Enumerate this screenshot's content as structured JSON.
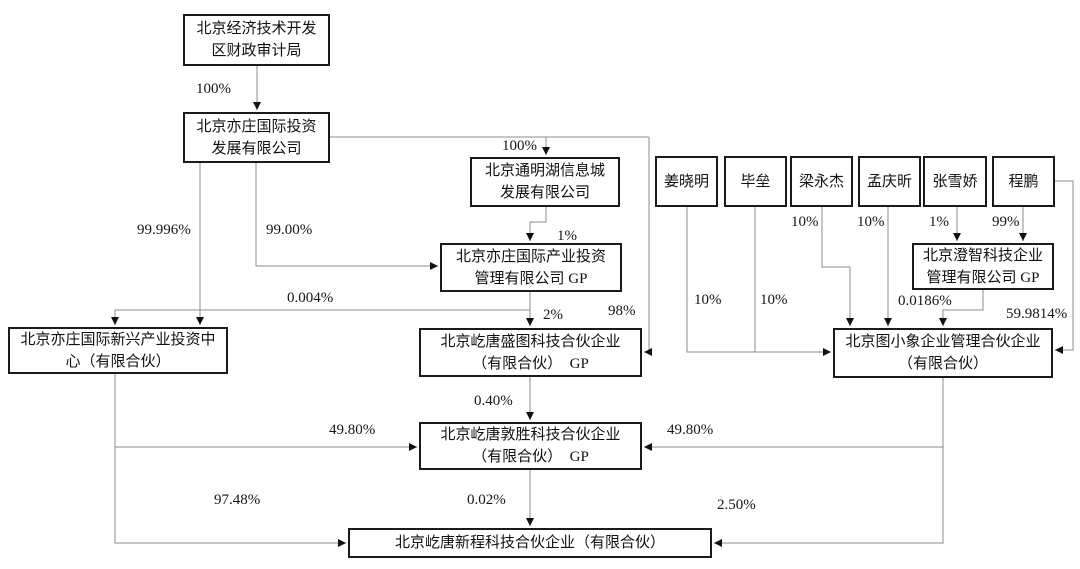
{
  "nodes": {
    "audit": {
      "label": "北京经济技术开发\n区财政审计局"
    },
    "yzdev": {
      "label": "北京亦庄国际投资\n发展有限公司"
    },
    "tmh": {
      "label": "北京通明湖信息城\n发展有限公司"
    },
    "mgmt": {
      "label": "北京亦庄国际产业投资\n管理有限公司 GP"
    },
    "xinxing": {
      "label": "北京亦庄国际新兴产业投资中\n心（有限合伙）"
    },
    "shengtu": {
      "label": "北京屹唐盛图科技合伙企业\n（有限合伙）　GP"
    },
    "tuxiaoxiang": {
      "label": "北京图小象企业管理合伙企业\n（有限合伙）"
    },
    "chengzhi": {
      "label": "北京澄智科技企业\n管理有限公司 GP"
    },
    "dunsheng": {
      "label": "北京屹唐敦胜科技合伙企业\n（有限合伙）　GP"
    },
    "xincheng": {
      "label": "北京屹唐新程科技合伙企业（有限合伙）"
    },
    "jiang": {
      "label": "姜晓明"
    },
    "bi": {
      "label": "毕垒"
    },
    "liang": {
      "label": "梁永杰"
    },
    "meng": {
      "label": "孟庆昕"
    },
    "zhang": {
      "label": "张雪娇"
    },
    "cheng": {
      "label": "程鹏"
    }
  },
  "edges": {
    "audit_yzdev": {
      "from": "audit",
      "to": "yzdev",
      "label": "100%"
    },
    "yzdev_tmh": {
      "from": "yzdev",
      "to": "tmh",
      "label": "100%"
    },
    "yzdev_xinxing": {
      "from": "yzdev",
      "to": "xinxing",
      "label": "99.996%"
    },
    "yzdev_mgmt": {
      "from": "yzdev",
      "to": "mgmt",
      "label": "99.00%"
    },
    "yzdev_shengtu": {
      "from": "yzdev",
      "to": "shengtu",
      "label": "98%"
    },
    "tmh_mgmt": {
      "from": "tmh",
      "to": "mgmt",
      "label": "1%"
    },
    "mgmt_shengtu": {
      "from": "mgmt",
      "to": "shengtu",
      "label": "2%"
    },
    "mgmt_xinxing": {
      "from": "mgmt",
      "to": "xinxing",
      "label": "0.004%"
    },
    "shengtu_dunsheng": {
      "from": "shengtu",
      "to": "dunsheng",
      "label": "0.40%"
    },
    "xinxing_dunsheng": {
      "from": "xinxing",
      "to": "dunsheng",
      "label": "49.80%"
    },
    "tuxiaoxiang_dunsheng": {
      "from": "tuxiaoxiang",
      "to": "dunsheng",
      "label": "49.80%"
    },
    "xinxing_xincheng": {
      "from": "xinxing",
      "to": "xincheng",
      "label": "97.48%"
    },
    "dunsheng_xincheng": {
      "from": "dunsheng",
      "to": "xincheng",
      "label": "0.02%"
    },
    "tuxiaoxiang_xincheng": {
      "from": "tuxiaoxiang",
      "to": "xincheng",
      "label": "2.50%"
    },
    "jiang_tuxiaoxiang": {
      "from": "jiang",
      "to": "tuxiaoxiang",
      "label": "10%"
    },
    "bi_tuxiaoxiang": {
      "from": "bi",
      "to": "tuxiaoxiang",
      "label": "10%"
    },
    "liang_tuxiaoxiang": {
      "from": "liang",
      "to": "tuxiaoxiang",
      "label": "10%"
    },
    "meng_tuxiaoxiang": {
      "from": "meng",
      "to": "tuxiaoxiang",
      "label": "10%"
    },
    "zhang_chengzhi": {
      "from": "zhang",
      "to": "chengzhi",
      "label": "1%"
    },
    "cheng_chengzhi": {
      "from": "cheng",
      "to": "chengzhi",
      "label": "99%"
    },
    "chengzhi_tuxiaoxiang": {
      "from": "chengzhi",
      "to": "tuxiaoxiang",
      "label": "0.0186%"
    },
    "cheng_tuxiaoxiang": {
      "from": "cheng",
      "to": "tuxiaoxiang",
      "label": "59.9814%"
    }
  }
}
